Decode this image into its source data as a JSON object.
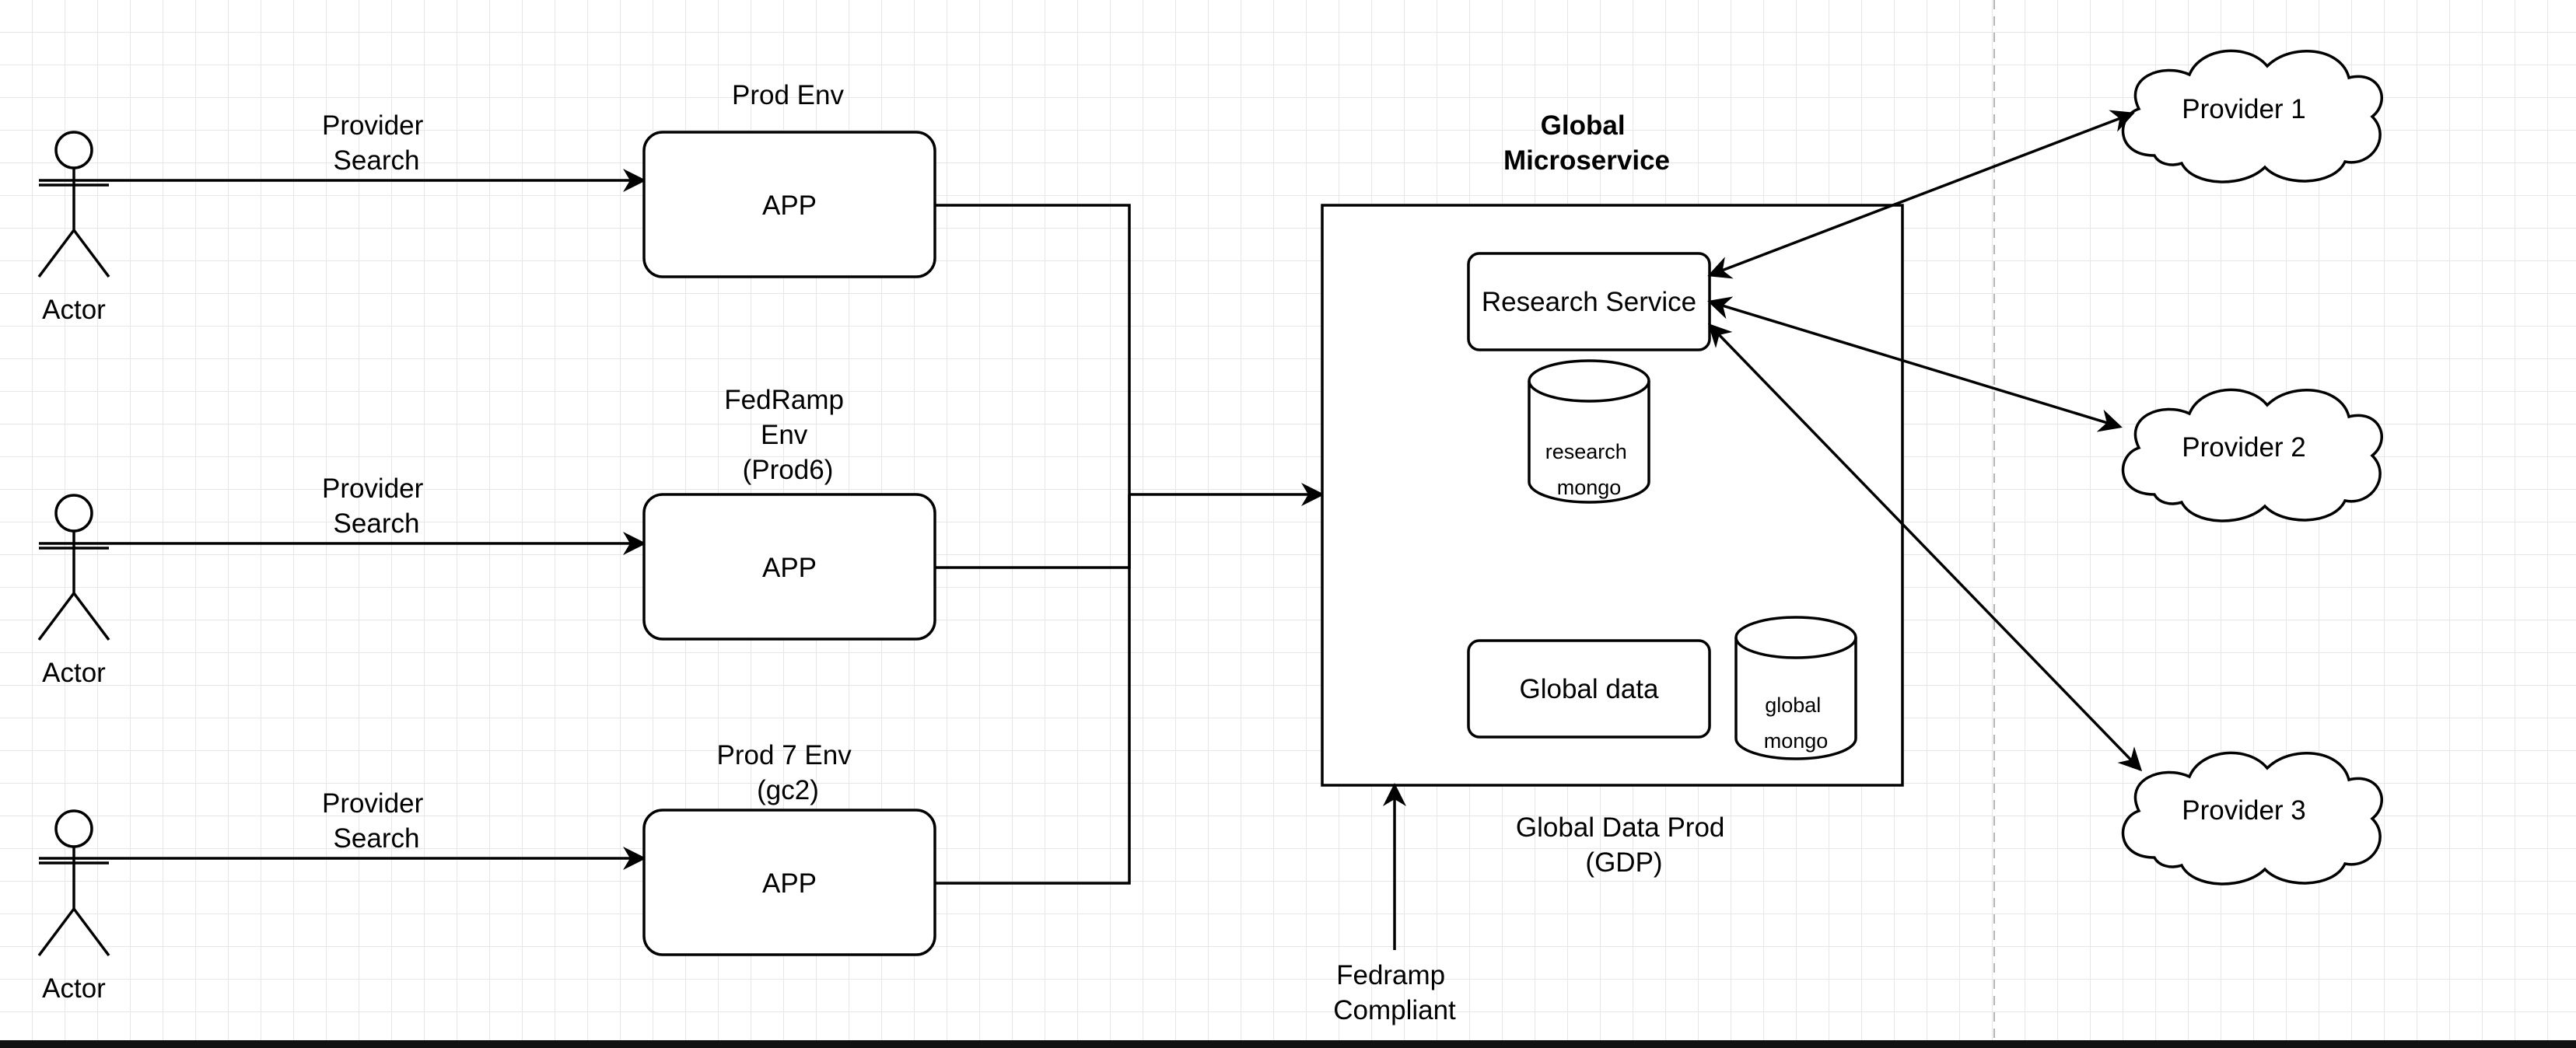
{
  "actors": [
    {
      "id": "actor-1",
      "label": "Actor",
      "edge_label": [
        "Provider",
        "Search"
      ]
    },
    {
      "id": "actor-2",
      "label": "Actor",
      "edge_label": [
        "Provider",
        "Search"
      ]
    },
    {
      "id": "actor-3",
      "label": "Actor",
      "edge_label": [
        "Provider",
        "Search"
      ]
    }
  ],
  "apps": [
    {
      "id": "app-1",
      "label": "APP",
      "env_label": [
        "Prod Env"
      ]
    },
    {
      "id": "app-2",
      "label": "APP",
      "env_label": [
        "FedRamp",
        "Env",
        "(Prod6)"
      ]
    },
    {
      "id": "app-3",
      "label": "APP",
      "env_label": [
        "Prod 7 Env",
        "(gc2)"
      ]
    }
  ],
  "microservice": {
    "title": [
      "Global",
      "Microservice"
    ],
    "caption": [
      "Global Data Prod",
      "(GDP)"
    ],
    "research_service": "Research Service",
    "research_db": [
      "research",
      "mongo"
    ],
    "global_data": "Global data",
    "global_db": [
      "global",
      "mongo"
    ]
  },
  "compliance_label": [
    "Fedramp",
    "Compliant"
  ],
  "providers": [
    "Provider 1",
    "Provider 2",
    "Provider 3"
  ],
  "colors": {
    "stroke": "#000000",
    "grid": "#e7e7e7",
    "background": "#ffffff"
  }
}
